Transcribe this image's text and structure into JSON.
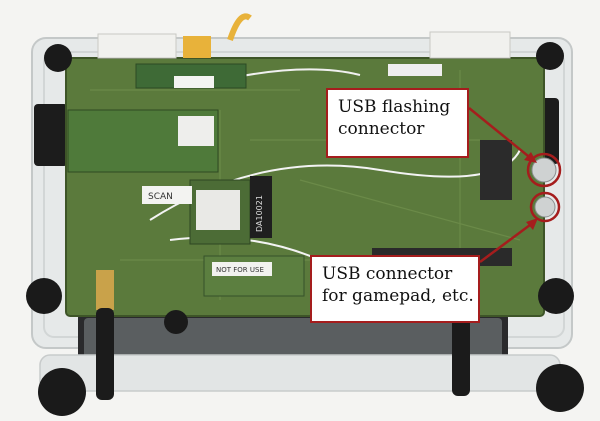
{
  "callouts": {
    "flashing": {
      "line1": "USB  flashing",
      "line2": "connector"
    },
    "gamepad": {
      "line1": "USB connector",
      "line2": "for gamepad, etc."
    }
  },
  "board_labels": {
    "small_board": "NOT FOR USE",
    "chip_label": "DA10021",
    "module_label": "SCAN"
  },
  "colors": {
    "callout_border": "#a51d1d",
    "pcb": "#5b7a3c",
    "acrylic": "#e9ecec"
  }
}
